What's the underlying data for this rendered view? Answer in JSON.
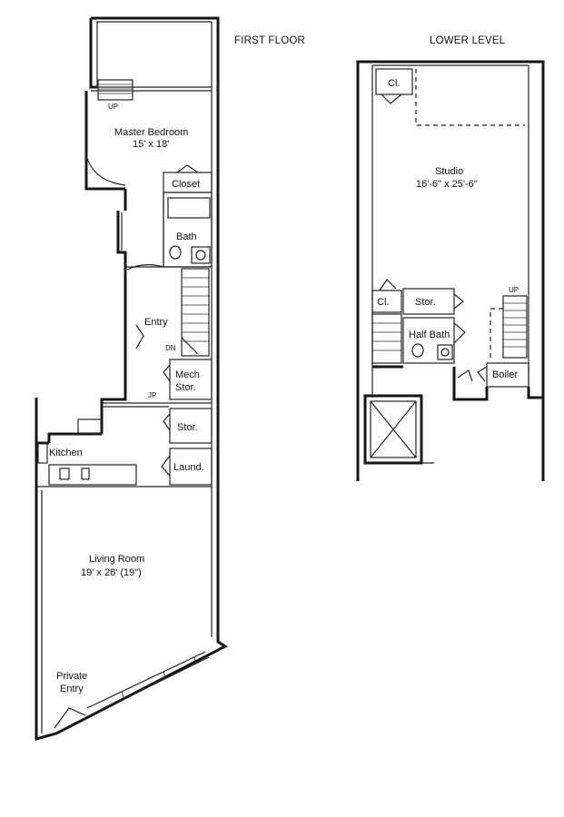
{
  "headings": {
    "first_floor": "FIRST FLOOR",
    "lower_level": "LOWER LEVEL"
  },
  "first_floor": {
    "up": "UP",
    "master_bedroom": {
      "name": "Master Bedroom",
      "dims": "15' x 18'"
    },
    "closet": "Closet",
    "bath": "Bath",
    "entry": "Entry",
    "dn": "DN",
    "mech_stor_1": "Mech",
    "mech_stor_2": "Stor.",
    "jp": "JP",
    "stor": "Stor.",
    "kitchen": "Kitchen",
    "laundry": "Laund.",
    "living_room": {
      "name": "Living Room",
      "dims": "19' x 28' (19\")"
    },
    "private_entry_1": "Private",
    "private_entry_2": "Entry"
  },
  "lower_level": {
    "closet_top": "Cl.",
    "studio": {
      "name": "Studio",
      "dims": "16'-6\" x 25'-6\""
    },
    "closet_mid": "Cl.",
    "stor": "Stor.",
    "half_bath": "Half Bath",
    "up": "UP",
    "boiler": "Boiler"
  }
}
